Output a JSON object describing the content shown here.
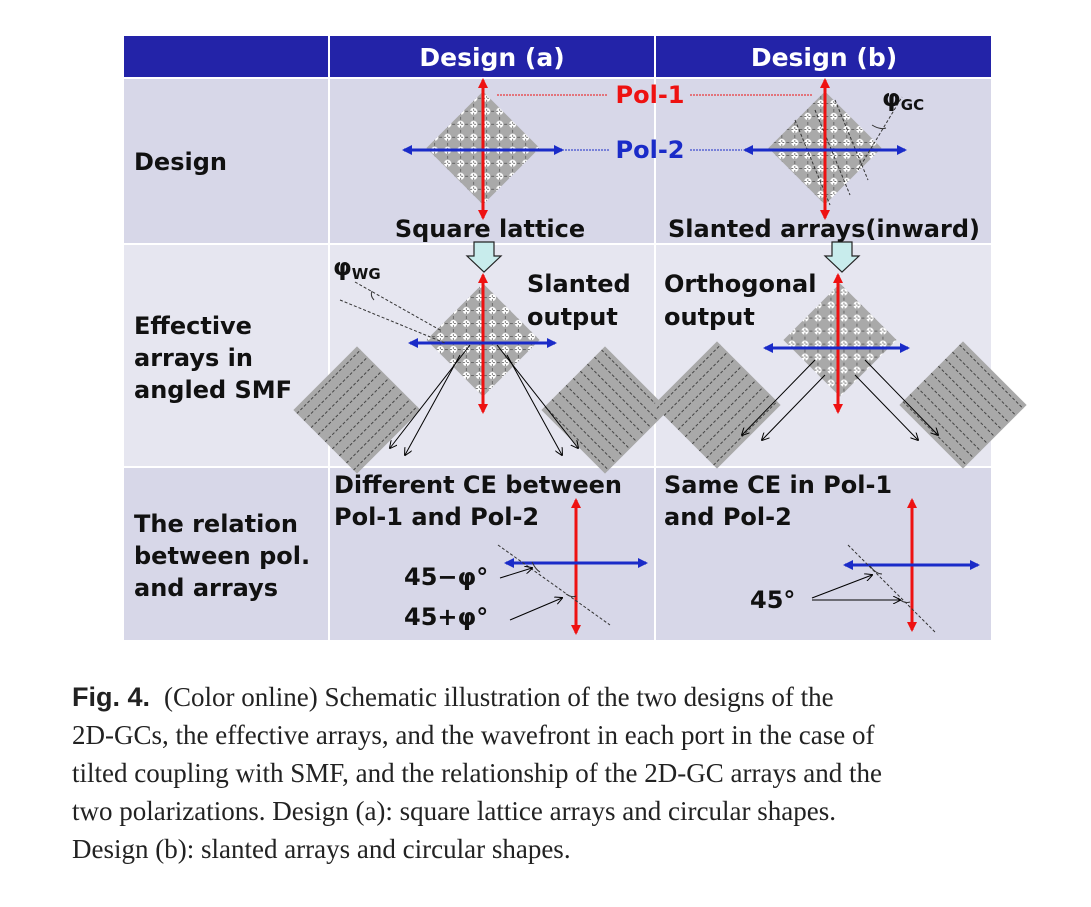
{
  "header": {
    "col_a": "Design (a)",
    "col_b": "Design (b)"
  },
  "rows": {
    "design": "Design",
    "effective": [
      "Effective",
      "arrays in",
      "angled SMF"
    ],
    "relation": [
      "The relation",
      "between pol.",
      "and arrays"
    ]
  },
  "design_row": {
    "pol1": "Pol-1",
    "pol2": "Pol-2",
    "phi_gc": "φGC",
    "label_a": "Square lattice",
    "label_b": "Slanted arrays(inward)"
  },
  "effective_row": {
    "phi_wg": "φWG",
    "slanted_output": [
      "Slanted",
      "output"
    ],
    "orthogonal_output": [
      "Orthogonal",
      "output"
    ]
  },
  "relation_row": {
    "text_a": [
      "Different CE between",
      "Pol-1 and Pol-2"
    ],
    "angle_minus": "45−φ°",
    "angle_plus": "45+φ°",
    "text_b": [
      "Same CE in Pol-1",
      "and Pol-2"
    ],
    "angle_45": "45°"
  },
  "caption": {
    "label": "Fig. 4.",
    "lines": [
      "(Color online) Schematic illustration of the two designs of the",
      "2D-GCs, the effective arrays, and the wavefront in each port in the case of",
      "tilted coupling with SMF, and the relationship of the 2D-GC arrays and the",
      "two polarizations. Design (a): square lattice arrays and circular shapes.",
      "Design (b): slanted arrays and circular shapes."
    ]
  },
  "colors": {
    "header_bg": "#2323a8",
    "row_light": "#d7d7e8",
    "row_lighter": "#e6e6f0",
    "pol1": "#ee1111",
    "pol2": "#1a2bc8",
    "lattice": "#a8a8a8"
  }
}
